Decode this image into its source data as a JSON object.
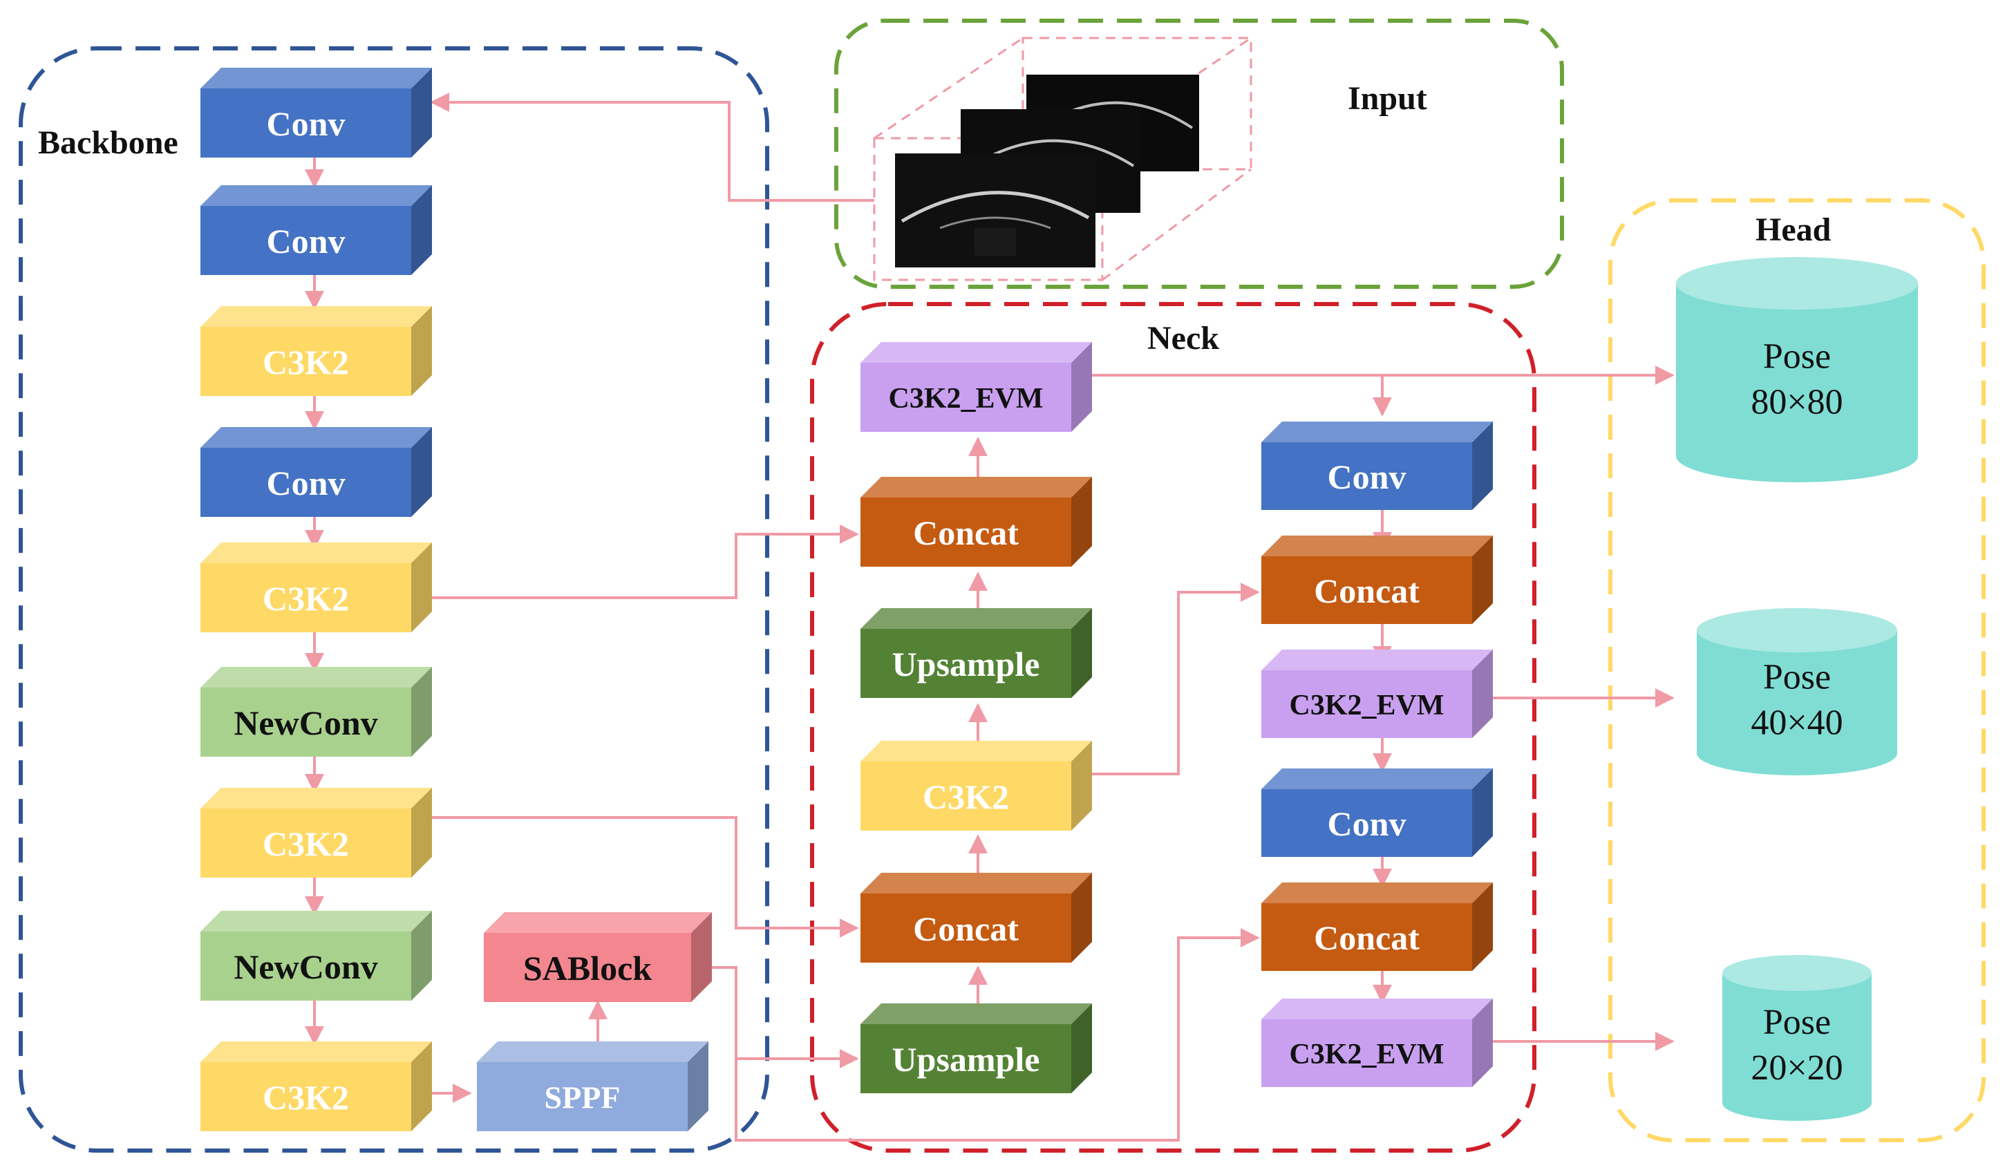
{
  "groups": {
    "backbone": "Backbone",
    "input": "Input",
    "neck": "Neck",
    "head": "Head"
  },
  "blocks": {
    "b_conv1": "Conv",
    "b_conv2": "Conv",
    "b_c3k2_1": "C3K2",
    "b_conv3": "Conv",
    "b_c3k2_2": "C3K2",
    "b_newconv1": "NewConv",
    "b_c3k2_3": "C3K2",
    "b_newconv2": "NewConv",
    "b_c3k2_4": "C3K2",
    "b_sppf": "SPPF",
    "b_sablock": "SABlock",
    "n_c3k2evm_top": "C3K2_EVM",
    "n_concat1": "Concat",
    "n_upsample1": "Upsample",
    "n_c3k2": "C3K2",
    "n_concat2": "Concat",
    "n_upsample2": "Upsample",
    "n_conv1": "Conv",
    "n_concat3": "Concat",
    "n_c3k2evm_mid": "C3K2_EVM",
    "n_conv2": "Conv",
    "n_concat4": "Concat",
    "n_c3k2evm_bot": "C3K2_EVM"
  },
  "head": {
    "pose1": {
      "label": "Pose",
      "size": "80×80"
    },
    "pose2": {
      "label": "Pose",
      "size": "40×40"
    },
    "pose3": {
      "label": "Pose",
      "size": "20×20"
    }
  },
  "colors": {
    "conv": "#4472C4",
    "c3k2": "#FFD966",
    "newconv": "#A9D18E",
    "sppf": "#8FAADC",
    "sablock": "#F4868F",
    "evm": "#C9A0F0",
    "concat": "#C55A11",
    "upsample": "#548235",
    "pose": "#7FDDD4",
    "arrow": "#F09AA5",
    "backbone_border": "#2F5597",
    "input_border": "#6AA33A",
    "neck_border": "#D0202A",
    "head_border": "#FFD966"
  }
}
